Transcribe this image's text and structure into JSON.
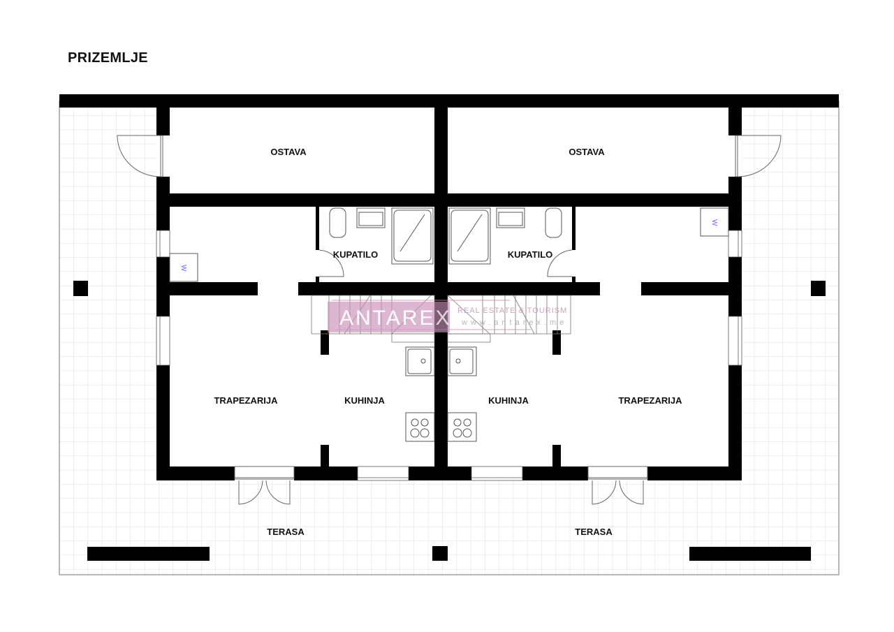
{
  "plan": {
    "title": "PRIZEMLJE",
    "rooms": {
      "ostava_left": "OSTAVA",
      "ostava_right": "OSTAVA",
      "kupatilo_left": "KUPATILO",
      "kupatilo_right": "KUPATILO",
      "trapezarija_left": "TRAPEZARIJA",
      "kuhinja_left": "KUHINJA",
      "kuhinja_right": "KUHINJA",
      "trapezarija_right": "TRAPEZARIJA",
      "terasa_left": "TERASA",
      "terasa_right": "TERASA"
    },
    "appliance_labels": {
      "washer_left": "W",
      "washer_right": "W"
    },
    "watermark": {
      "brand": "ANTAREX",
      "tagline": "REAL ESTATE & TOURISM",
      "url": "www.antarex.me",
      "brand_color": "#c98fb8"
    },
    "colors": {
      "wall": "#000000",
      "grid": "#d9d9d9",
      "background": "#ffffff"
    }
  }
}
